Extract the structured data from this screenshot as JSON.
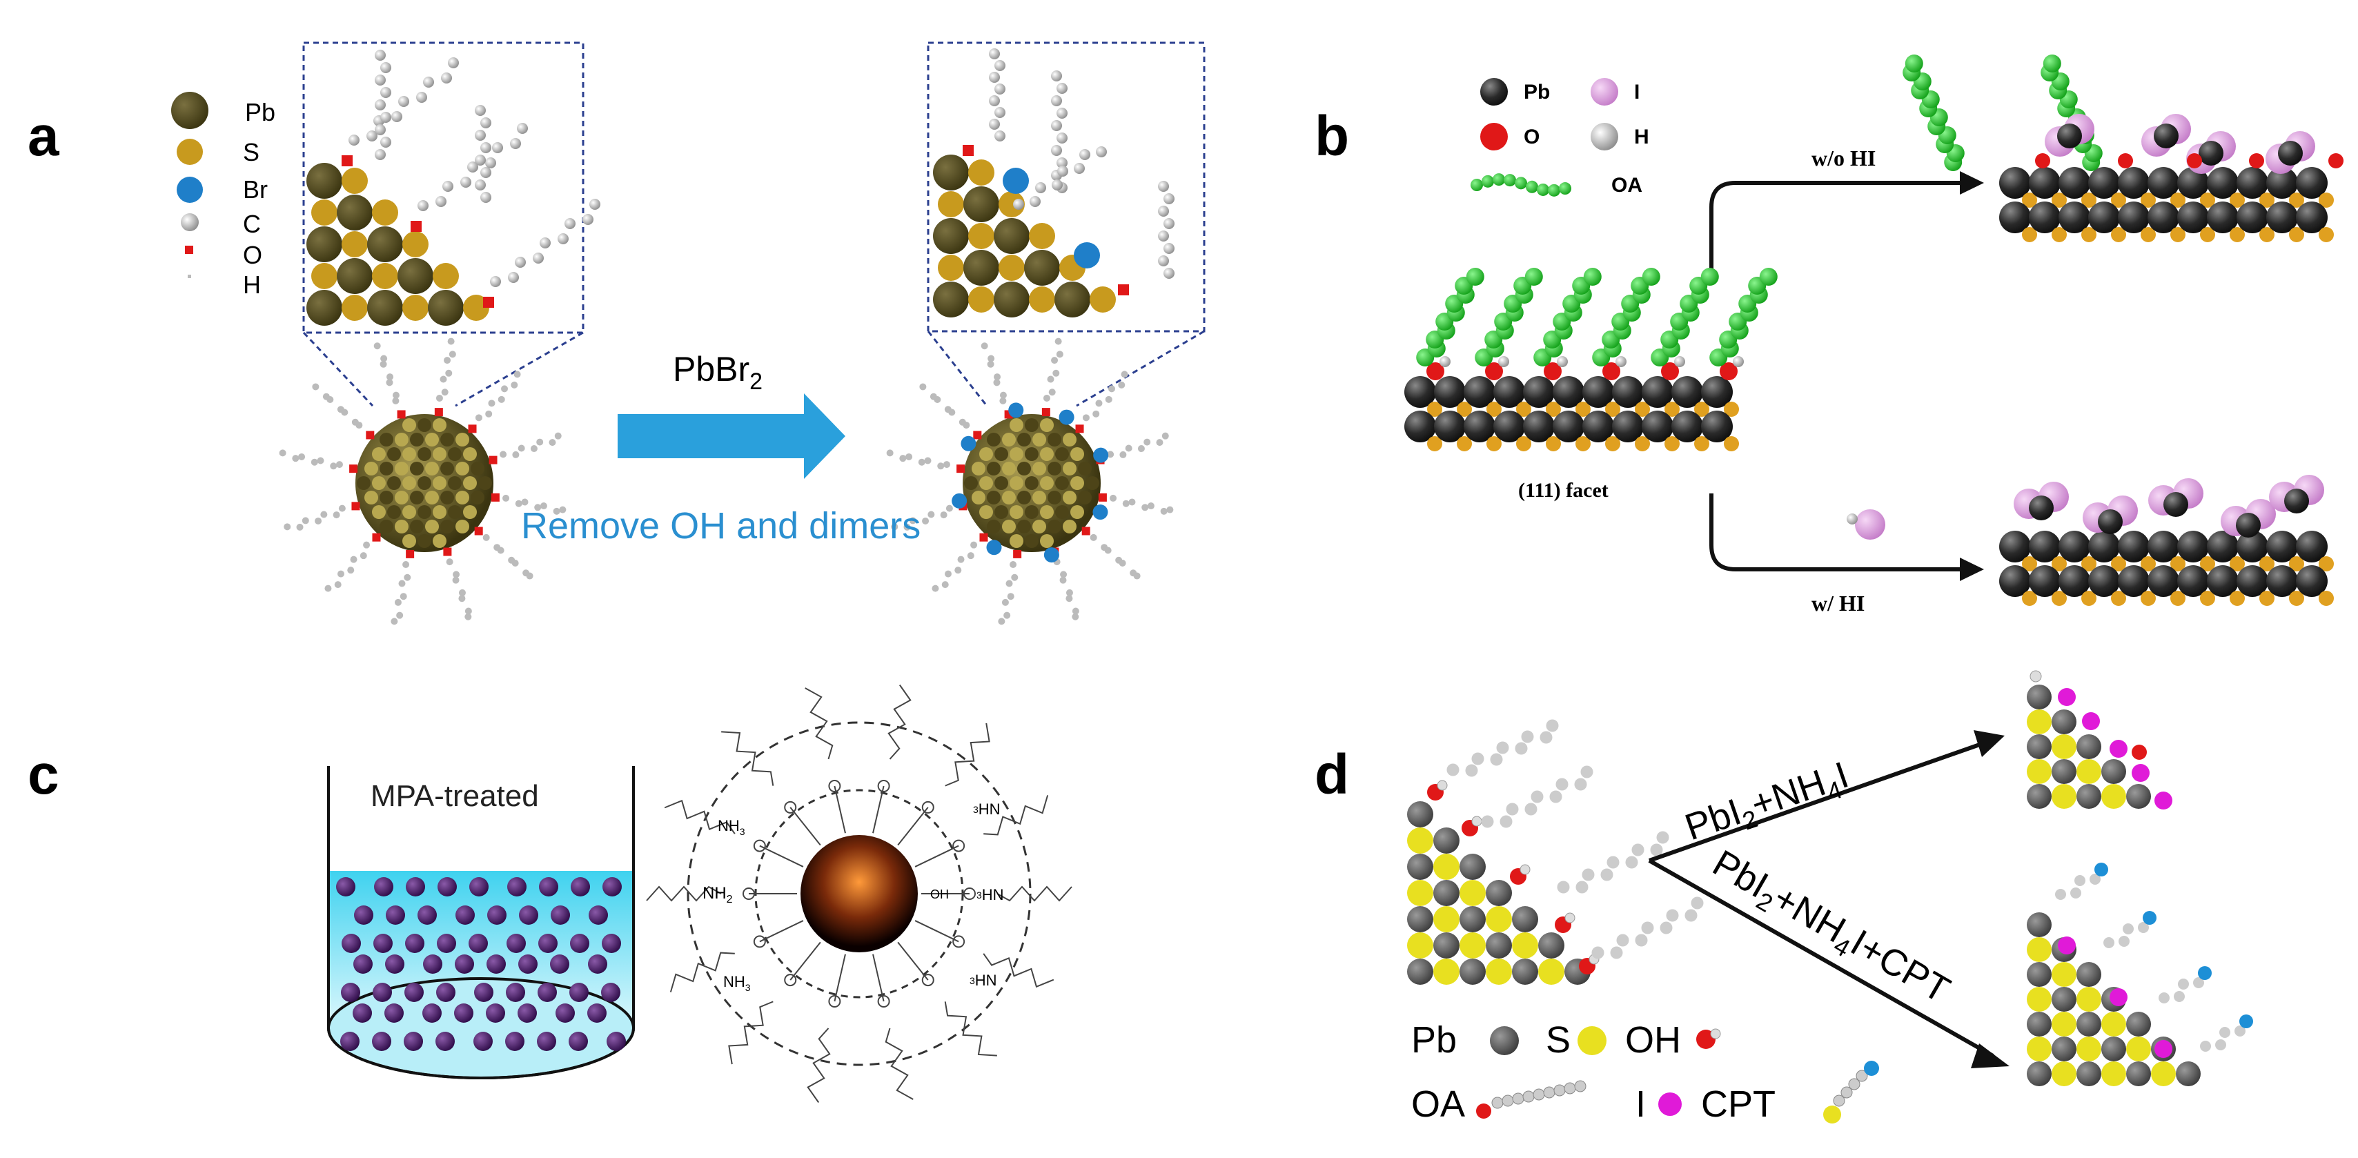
{
  "panels": {
    "a": {
      "letter": "a",
      "legend": [
        "Pb",
        "S",
        "Br",
        "C",
        "O",
        "H"
      ],
      "reagent_prefix": "PbBr",
      "reagent_subscript": "2",
      "caption": "Remove OH and dimers"
    },
    "b": {
      "letter": "b",
      "legend": [
        "Pb",
        "I",
        "O",
        "H",
        "OA"
      ],
      "top_arrow": "w/o  HI",
      "bottom_arrow": "w/  HI",
      "facet": "(111) facet"
    },
    "c": {
      "letter": "c",
      "beaker_label": "MPA-treated",
      "ligand_label": "NH",
      "ligand_sub": "2",
      "ligand_left": "NH",
      "ligand_left_sub": "3",
      "ligand_right": "HN",
      "ligand_right_sub": "3",
      "core_label": "OH"
    },
    "d": {
      "letter": "d",
      "upper_arrow": [
        "PbI",
        "2",
        "+NH",
        "4",
        "I"
      ],
      "lower_arrow": [
        "PbI",
        "2",
        "+NH",
        "4",
        "I+CPT"
      ],
      "legend": [
        "Pb",
        "S",
        "OH",
        "OA",
        "I",
        "CPT"
      ]
    }
  },
  "colors": {
    "pb_a": "#4a4420",
    "s_a": "#c89a1e",
    "br": "#1f7fc9",
    "o": "#e01818",
    "arrow_a": "#2aa0dc",
    "caption_a": "#2a8fd0",
    "oa_green": "#22c22a",
    "iodine": "#e2a4e4",
    "pb_grey": "#5e5e5e",
    "s_yellow": "#e8e020",
    "i_magenta": "#e01ad8",
    "cpt_blue": "#1d8fd6",
    "solution": "#a6ecf8",
    "qd_purple": "#4a1a6a"
  }
}
